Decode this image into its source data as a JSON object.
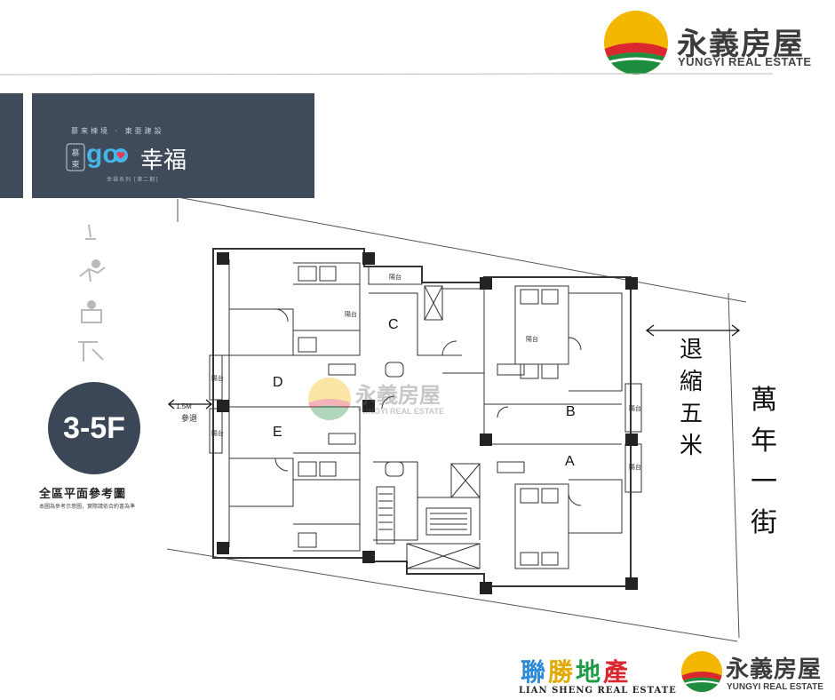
{
  "brand": {
    "name": "永義房屋",
    "subtitle": "YUNGYI REAL ESTATE"
  },
  "banner": {
    "tagline": "慕来楝境 · 東亜建設",
    "logo_go": "go",
    "logo_text": "幸福",
    "logo_sub": "幸福系列 [第二期]"
  },
  "floor": {
    "label": "3-5F"
  },
  "plan": {
    "caption": "全區平面參考圖",
    "note": "本圖為參考示意圖，實際請依合約書為準",
    "units": [
      "A",
      "B",
      "C",
      "D",
      "E"
    ],
    "setback": [
      "退",
      "縮",
      "五",
      "米"
    ],
    "street": [
      "萬",
      "年",
      "一",
      "街"
    ],
    "side_dim": "1.5M",
    "side_dim_label": "參退",
    "balcony_label": "陽台"
  },
  "partner": {
    "name_chars": [
      "聯",
      "勝",
      "地",
      "產"
    ],
    "subtitle": "LIAN SHENG REAL ESTATE"
  },
  "colors": {
    "banner_bg": "#3f4a5a",
    "badge_bg": "#3b4656",
    "logo_yellow": "#f3b700",
    "logo_red": "#d9282f",
    "logo_green": "#1f8d3f",
    "go_blue": "#47b5e6"
  }
}
